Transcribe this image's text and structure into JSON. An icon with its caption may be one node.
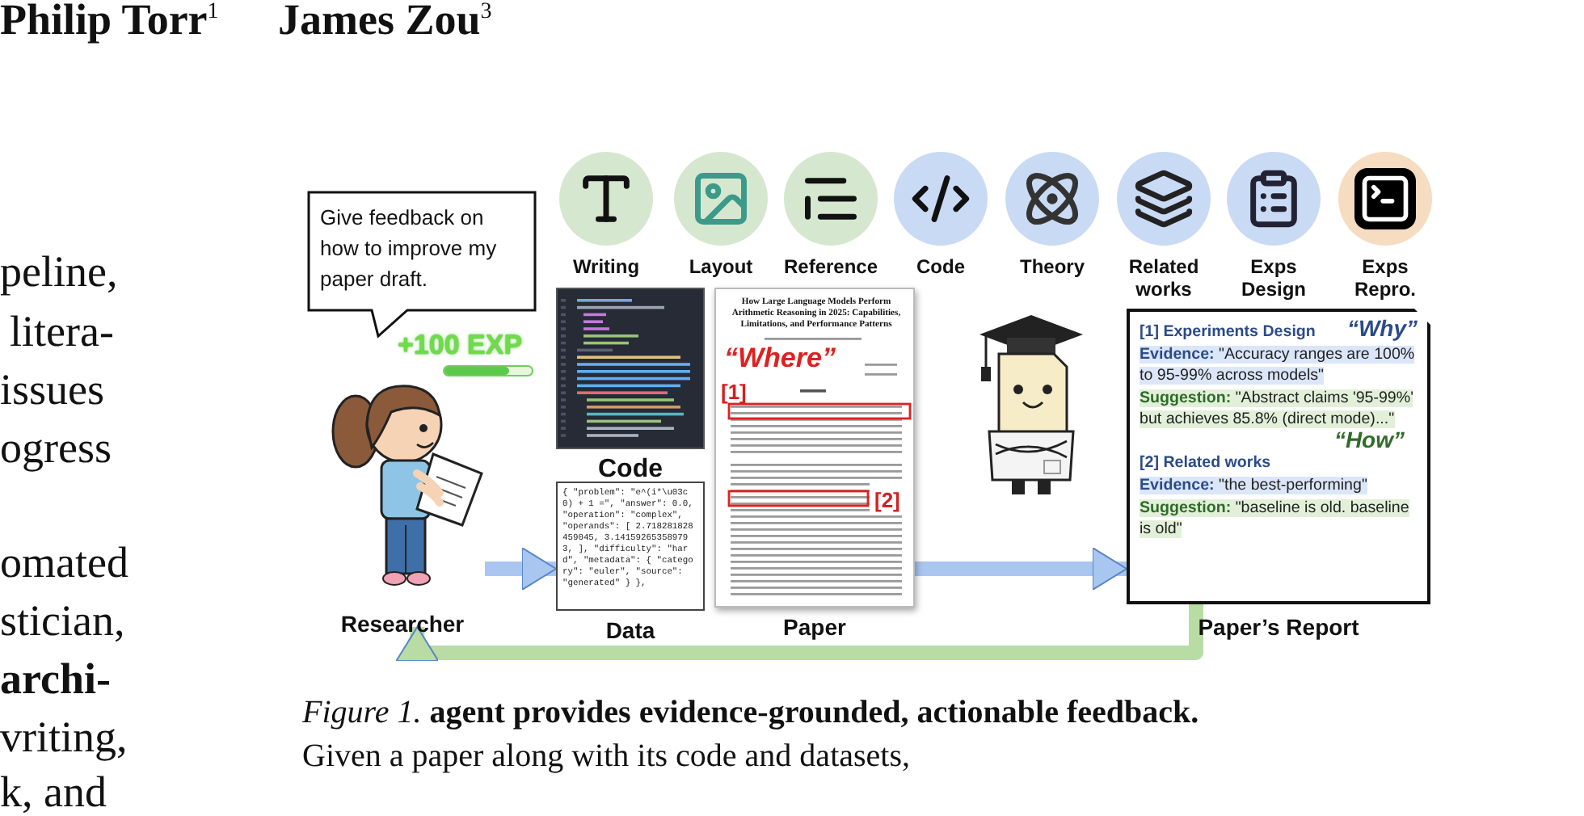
{
  "diagram": {
    "caption": "*Figure 1.* **agent provides evidence-grounded, actionable feedback.** Given a paper along with its code and datasets,",
    "nodes": [
      {
        "text": [
          "Give feedback on how to improve my paper draft."
        ]
      },
      {
        "text": [
          "Researcher"
        ]
      },
      {
        "text": [
          "Code"
        ]
      },
      {
        "text": [
          "Data"
        ]
      },
      {
        "text": [
          "Paper"
        ]
      },
      {
        "text": [],
        "shape": "picture"
      },
      {
        "text": [
          "[1] Experiments Design",
          "**Evidence:** \"Accuracy ranges are 100% to 95-99% across models\"",
          "**Suggestion:** \"Abstract claims '95-99%' but achieves 85.8% (direct mode)...\"",
          "[2] Related works",
          "**Evidence:** \"the best-performing\"",
          "**Suggestion:** \"baseline is old. baseline is old\""
        ],
        "beside": [
          "Paper’s Report"
        ]
      }
    ],
    "edges": [
      {
        "from": 1,
        "to": 3,
        "arrow": "to"
      },
      {
        "from": 4,
        "to": 6,
        "arrow": "to"
      },
      {
        "from": 6,
        "to": 1,
        "arrow": "to",
        "color": "#b9dca4"
      }
    ],
    "labels": [
      "Philip Torr$^{1}$",
      "James Zou$^{3}$",
      "peline,",
      "litera-",
      "issues",
      "ogress",
      "omated",
      "stician,",
      "archi-",
      "vriting,",
      "k, and",
      "Writing",
      "Layout",
      "Reference",
      "Code",
      "Theory",
      "Related works",
      "Exps Design",
      "Exps Repro.",
      "+100 EXP",
      "{ \"problem\": \"e^(i*\\u03c0) + 1 =\", \"answer\": 0.0, \"operation\": \"complex\", \"operands\": [ 2.718281828459045, 3.141592653589793, ], \"difficulty\": \"hard\", \"metadata\": { \"category\": \"euler\", \"source\": \"generated\" } },",
      "How Large Language Models Perform Arithmetic Reasoning in 2025: Capabilities, Limitations, and Performance Patterns",
      "“Where”",
      "[1]",
      "[2]",
      "“Why”",
      "“How”"
    ]
  }
}
